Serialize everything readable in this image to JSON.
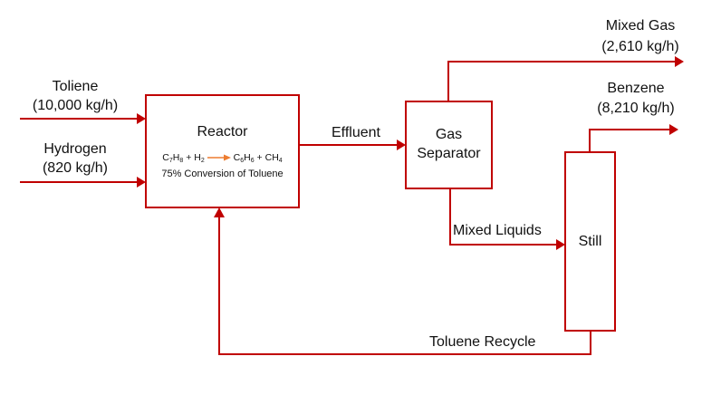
{
  "colors": {
    "stream": "#c00000",
    "box_border": "#c00000",
    "reaction_arrow": "#ed7d31",
    "text": "#111111"
  },
  "feeds": {
    "toluene": {
      "name": "Toliene",
      "rate": "(10,000 kg/h)"
    },
    "hydrogen": {
      "name": "Hydrogen",
      "rate": "(820 kg/h)"
    }
  },
  "reactor": {
    "title": "Reactor",
    "reaction": {
      "reactant1": "C",
      "reactant1_sub1": "7",
      "reactant1_mid": "H",
      "reactant1_sub2": "8",
      "plus1": "+",
      "reactant2": "H",
      "reactant2_sub": "2",
      "product1": "C",
      "product1_sub1": "6",
      "product1_mid": "H",
      "product1_sub2": "6",
      "plus2": "+",
      "product2": "CH",
      "product2_sub": "4"
    },
    "conversion": "75% Conversion of Toluene"
  },
  "effluent": {
    "label": "Effluent"
  },
  "separator": {
    "line1": "Gas",
    "line2": "Separator"
  },
  "mixed_gas": {
    "name": "Mixed Gas",
    "rate": "(2,610 kg/h)"
  },
  "benzene": {
    "name": "Benzene",
    "rate": "(8,210 kg/h)"
  },
  "mixed_liquids": {
    "label": "Mixed Liquids"
  },
  "still": {
    "label": "Still"
  },
  "recycle": {
    "label": "Toluene Recycle"
  }
}
